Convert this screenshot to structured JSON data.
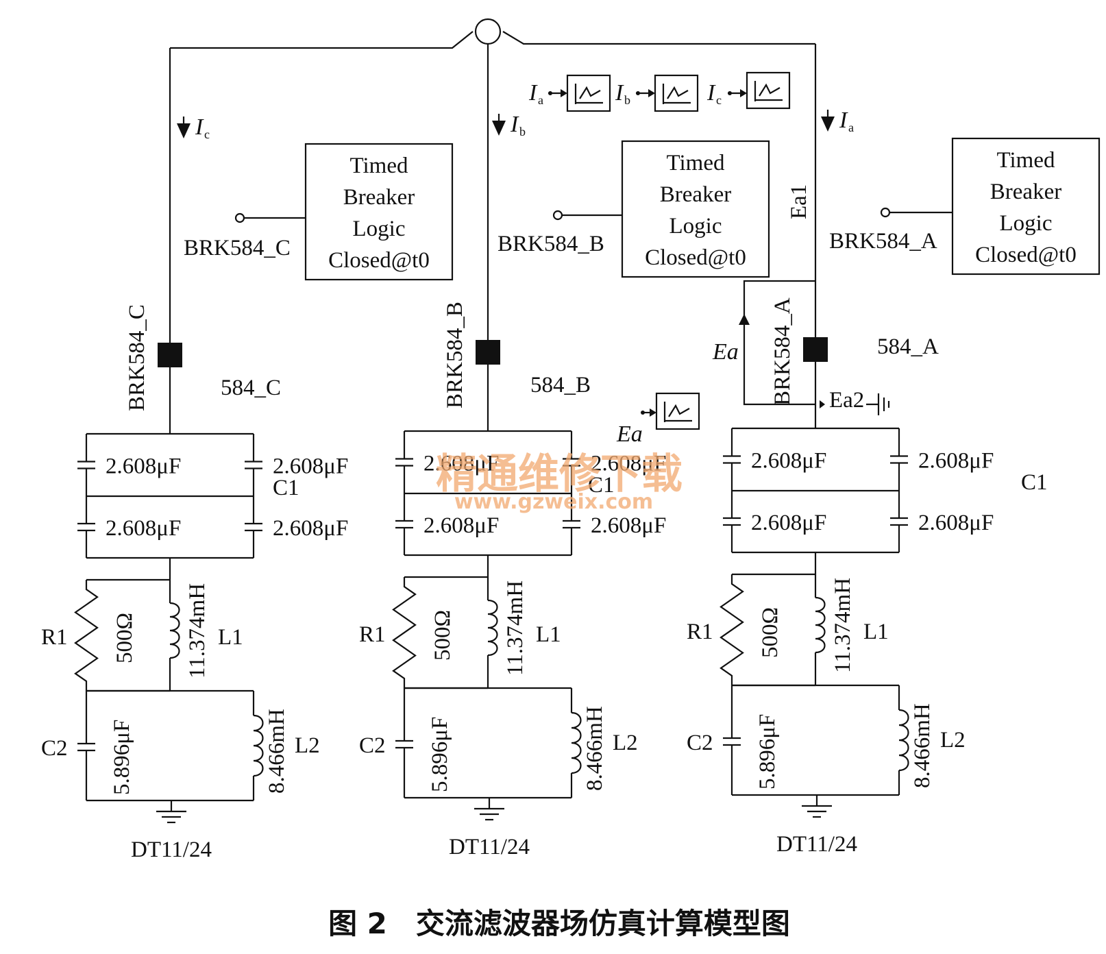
{
  "caption": "图 2　交流滤波器场仿真计算模型图",
  "breaker_logic": {
    "line1": "Timed",
    "line2": "Breaker",
    "line3": "Logic",
    "line4": "Closed@t0"
  },
  "arrows": {
    "c_label": "I",
    "c_sub": "c",
    "b_label": "I",
    "b_sub": "b",
    "a_label": "I",
    "a_sub": "a"
  },
  "meters": {
    "ia_label": "I",
    "ia_sub": "a",
    "ib_label": "I",
    "ib_sub": "b",
    "ic_label": "I",
    "ic_sub": "c"
  },
  "voltage_probe": {
    "ea": "Ea",
    "ea1": "Ea1",
    "ea2": "Ea2"
  },
  "components": {
    "c1_value": "2.608μF",
    "c1_name": "C1",
    "r1_name": "R1",
    "r1_value": "500Ω",
    "l1_name": "L1",
    "l1_value": "11.374mH",
    "c2_name": "C2",
    "c2_value": "5.896μF",
    "l2_name": "L2",
    "l2_value": "8.466mH",
    "ground_label": "DT11/24"
  },
  "branches": {
    "c": {
      "breaker": "BRK584_C",
      "node": "584_C",
      "signal": "BRK584_C"
    },
    "b": {
      "breaker": "BRK584_B",
      "node": "584_B",
      "signal": "BRK584_B"
    },
    "a": {
      "breaker": "BRK584_A",
      "node": "584_A",
      "signal": "BRK584_A"
    }
  },
  "watermark": {
    "line1": "精通维修下载",
    "line2": "www.gzweix.com"
  }
}
